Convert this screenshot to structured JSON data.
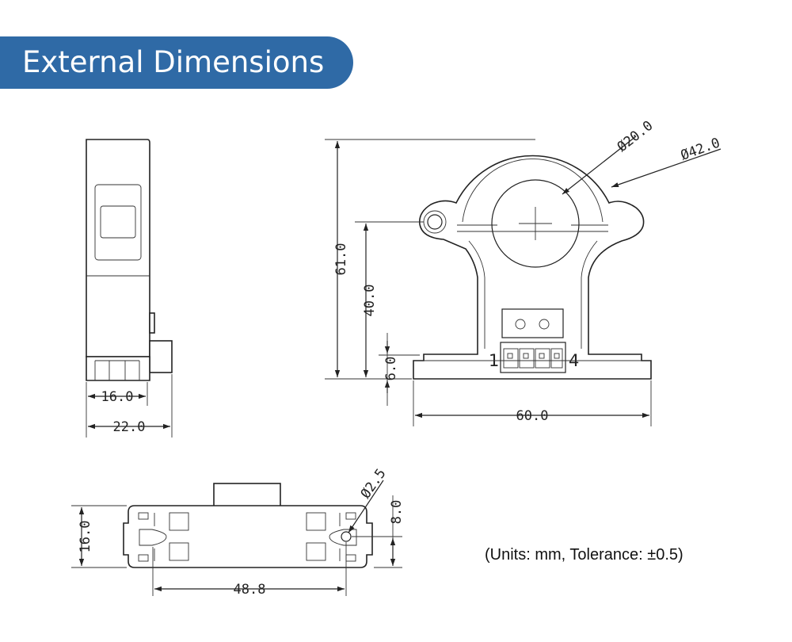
{
  "header": {
    "title": "External Dimensions"
  },
  "note": {
    "units": "(Units: mm, Tolerance: ±0.5)"
  },
  "colors": {
    "banner": "#2f6aa6",
    "banner_text": "#ffffff",
    "line": "#222222"
  },
  "side_view": {
    "dim_inner": "16.0",
    "dim_outer": "22.0"
  },
  "front_view": {
    "dim_hole": "Ø20.0",
    "dim_outer": "Ø42.0",
    "dim_height": "61.0",
    "dim_center_height": "40.0",
    "dim_base": "6.0",
    "dim_width": "60.0",
    "pin_first": "1",
    "pin_last": "4"
  },
  "bottom_view": {
    "dim_depth": "16.0",
    "dim_hole": "Ø2.5",
    "dim_hole_offset": "8.0",
    "dim_spacing": "48.8"
  }
}
